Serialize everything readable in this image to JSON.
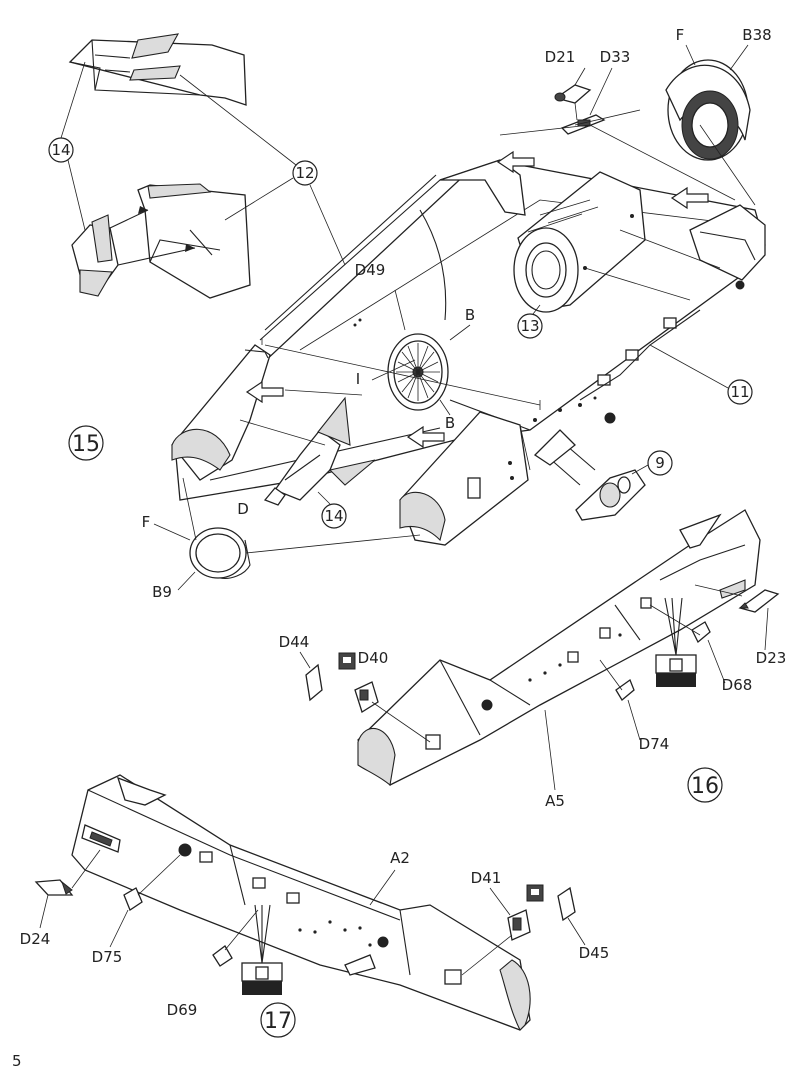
{
  "page_number": "5",
  "steps": [
    {
      "number": "15"
    },
    {
      "number": "16"
    },
    {
      "number": "17"
    }
  ],
  "callouts": {
    "c14a": "14",
    "c12": "12",
    "c13": "13",
    "c11": "11",
    "c9": "9",
    "c14b": "14"
  },
  "labels": {
    "d21": "D21",
    "d33": "D33",
    "f1": "F",
    "b38": "B38",
    "d49": "D49",
    "b1": "B",
    "i": "I",
    "b2": "B",
    "d": "D",
    "f2": "F",
    "b9": "B9",
    "d44": "D44",
    "d40": "D40",
    "d23": "D23",
    "d68": "D68",
    "d74": "D74",
    "a5": "A5",
    "a2": "A2",
    "d24": "D24",
    "d75": "D75",
    "d41": "D41",
    "d45": "D45",
    "d69": "D69"
  },
  "colors": {
    "ink": "#222222",
    "panel": "#dcdcdc",
    "paper": "#ffffff"
  }
}
